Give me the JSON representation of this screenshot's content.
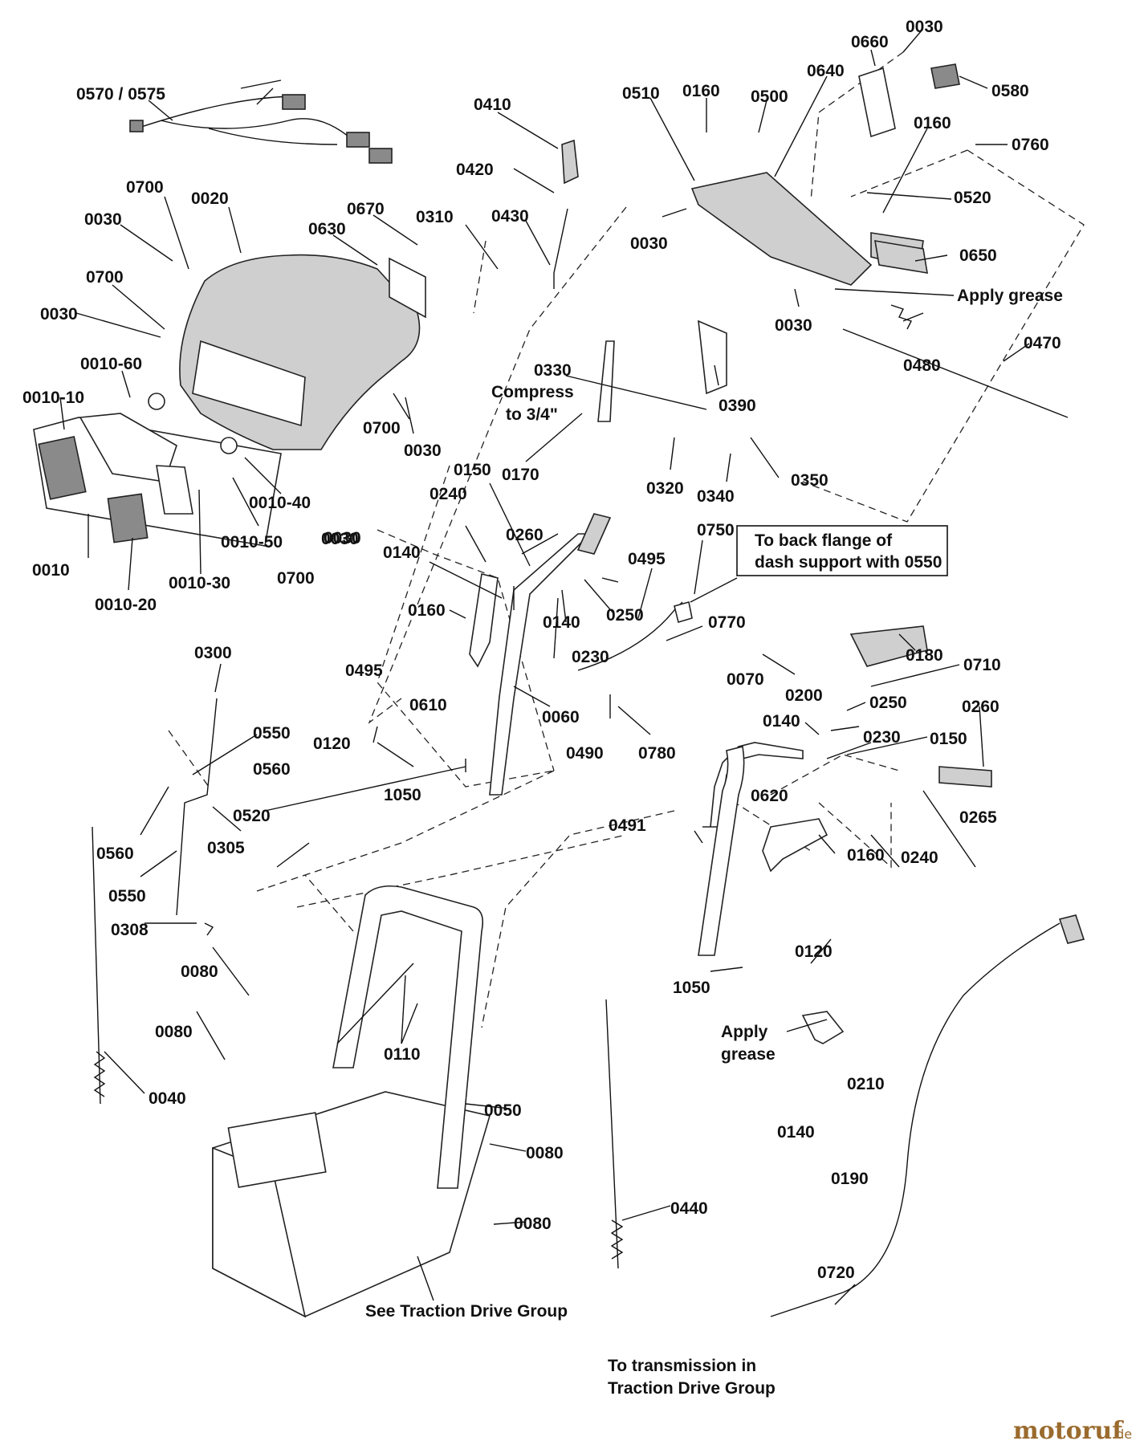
{
  "part_labels": [
    "0570 / 0575",
    "0410",
    "0510",
    "0160",
    "0500",
    "0640",
    "0660",
    "0030",
    "0580",
    "0760",
    "0160",
    "0520",
    "0650",
    "0030",
    "Apply grease",
    "0030",
    "0480",
    "0470",
    "0420",
    "0430",
    "0310",
    "0020",
    "0700",
    "0030",
    "0670",
    "0630",
    "0700",
    "0030",
    "0010-60",
    "0010-10",
    "0030",
    "0700",
    "0010-40",
    "0010-50",
    "0010",
    "0010-30",
    "0010-20",
    "0330",
    "0390",
    "0170",
    "0320",
    "0340",
    "0350",
    "0150",
    "0240",
    "0260",
    "0140",
    "0160",
    "0495",
    "0610",
    "0250",
    "0140",
    "0230",
    "0750",
    "0495",
    "0770",
    "0060",
    "0490",
    "0780",
    "0180",
    "0200",
    "0710",
    "0250",
    "0230",
    "0150",
    "0260",
    "0070",
    "0140",
    "0120",
    "1050",
    "0300",
    "0550",
    "0560",
    "0520",
    "0560",
    "0305",
    "0550",
    "0308",
    "0080",
    "0080",
    "0110",
    "0040",
    "0050",
    "0080",
    "0080",
    "0700",
    "0030",
    "0491",
    "0620",
    "0160",
    "0240",
    "0265",
    "0120",
    "1050",
    "0210",
    "0140",
    "0190",
    "0440",
    "0720",
    "0030"
  ],
  "notes": {
    "compress_line1": "Compress",
    "compress_line2": "to 3/4\"",
    "dash_flange_line1": "To back flange of",
    "dash_flange_line2": "dash support with 0550",
    "apply_grease_left_line1": "Apply",
    "apply_grease_left_line2": "grease",
    "traction_drive": "See Traction Drive Group",
    "transmission_line1": "To transmission in",
    "transmission_line2": "Traction Drive Group"
  },
  "watermark": {
    "brand": "motoruf",
    "suffix": ".de"
  }
}
